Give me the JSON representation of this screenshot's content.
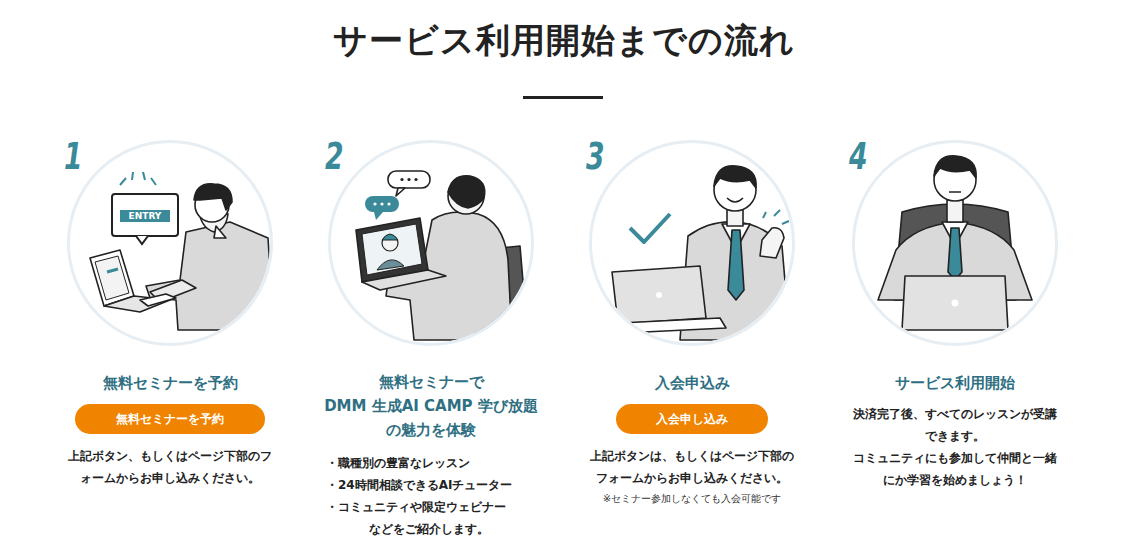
{
  "diagram": {
    "title": "サービス利用開始までの流れ",
    "nodes": [
      {
        "text": [
          "1"
        ]
      },
      {
        "text": [
          "ENTRY"
        ],
        "in": 0
      },
      {
        "text": [
          "無料セミナーを予約"
        ]
      },
      {
        "text": [
          "2"
        ]
      },
      {
        "text": [
          "3"
        ]
      },
      {
        "text": [
          "入会申し込み"
        ]
      },
      {
        "text": [
          "4"
        ]
      }
    ],
    "labels": [
      "無料セミナーを予約",
      "上記ボタン、もしくはページ下部のフ ォームからお申し込みください。",
      "無料セミナーで DMM 生成AI CAMP 学び放題 の魅力を体験",
      "・職種別の豊富なレッスン",
      "・24時間相談できるAIチューター",
      "・コミュニティや限定ウェビナー などをご紹介します。",
      "入会申込み",
      "上記ボタンは、もしくはページ下部の フォームからお申し込みください。",
      "※セミナー参加しなくても入会可能です",
      "サービス利用開始",
      "決済完了後、すべてのレッスンが受講 できます。",
      "コミュニティにも参加して仲間と一緒 にか学習を始めましょう！"
    ]
  }
}
